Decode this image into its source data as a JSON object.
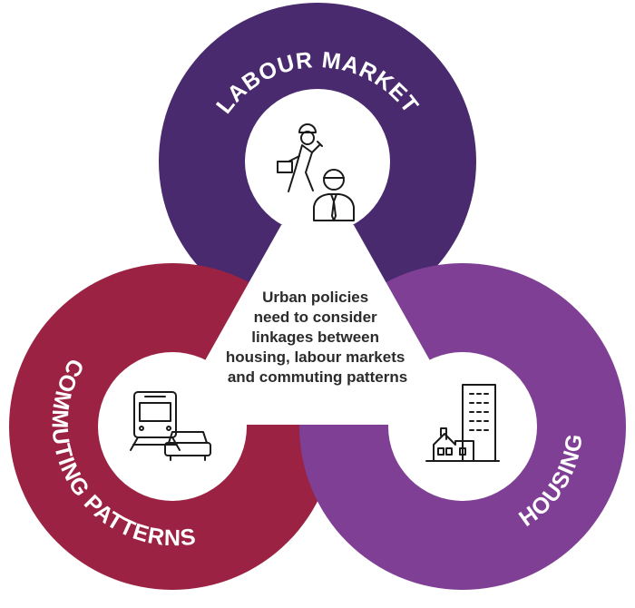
{
  "rings": {
    "top": {
      "label": "LABOUR MARKET",
      "color": "#4a2a6e"
    },
    "left": {
      "label": "COMMUTING PATTERNS",
      "color": "#9b2242"
    },
    "right": {
      "label": "HOUSING",
      "color": "#7e3f95"
    }
  },
  "center": {
    "lines": [
      "Urban policies",
      "need to consider",
      "linkages between",
      "housing, labour markets",
      "and commuting patterns"
    ]
  },
  "icons": {
    "top": "workers-icon",
    "left": "train-and-car-icon",
    "right": "buildings-icon"
  }
}
